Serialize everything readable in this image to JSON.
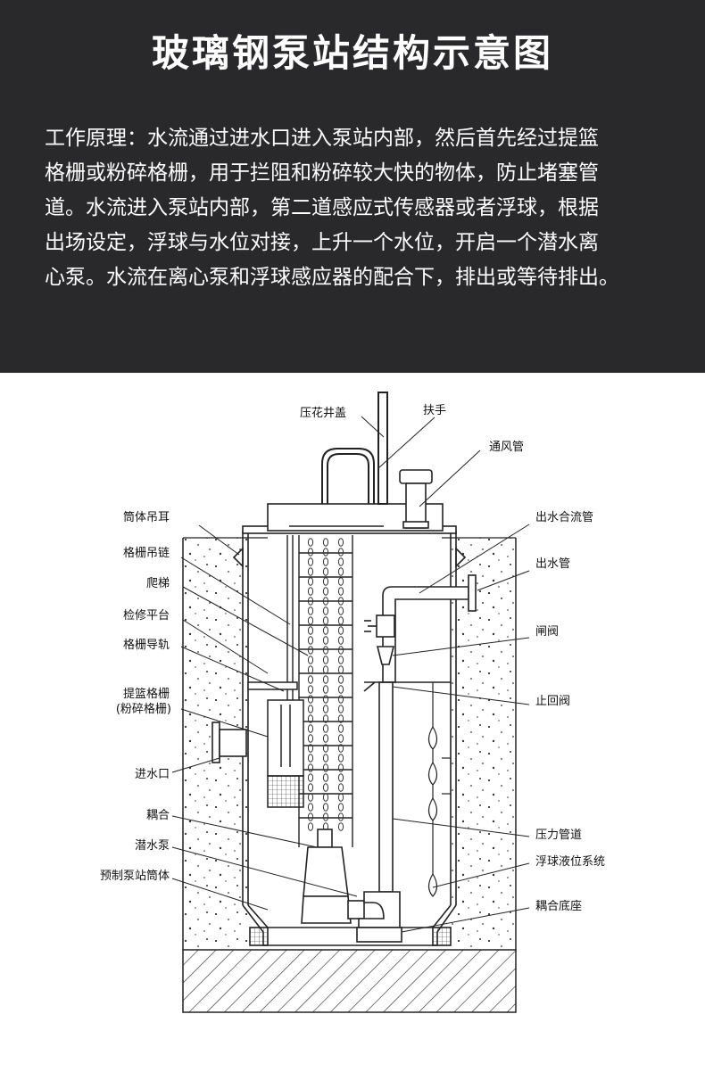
{
  "title": "玻璃钢泵站结构示意图",
  "description": {
    "lines": [
      "工作原理：水流通过进水口进入泵站内部，然后首先经过提篮",
      "格栅或粉碎格栅，用于拦阻和粉碎较大快的物体，防止堵塞管",
      "道。水流进入泵站内部，第二道感应式传感器或者浮球，根据",
      "出场设定，浮球与水位对接，上升一个水位，开启一个潜水离",
      "心泵。水流在离心泵和浮球感应器的配合下，排出或等待排出。"
    ]
  },
  "labels": {
    "cover": "压花井盖",
    "handrail": "扶手",
    "vent_pipe": "通风管",
    "lifting_lug": "筒体吊耳",
    "outlet_manifold": "出水合流管",
    "grille_chain": "格栅吊链",
    "outlet_pipe": "出水管",
    "ladder": "爬梯",
    "platform": "检修平台",
    "gate_valve": "闸阀",
    "grille_rail": "格栅导轨",
    "basket_grille": "提篮格栅",
    "basket_grille_sub": "(粉碎格栅)",
    "check_valve": "止回阀",
    "inlet": "进水口",
    "coupling": "耦合",
    "pressure_pipe": "压力管道",
    "submersible_pump": "潜水泵",
    "float_system": "浮球液位系统",
    "prefab_barrel": "预制泵站筒体",
    "coupling_base": "耦合底座"
  }
}
